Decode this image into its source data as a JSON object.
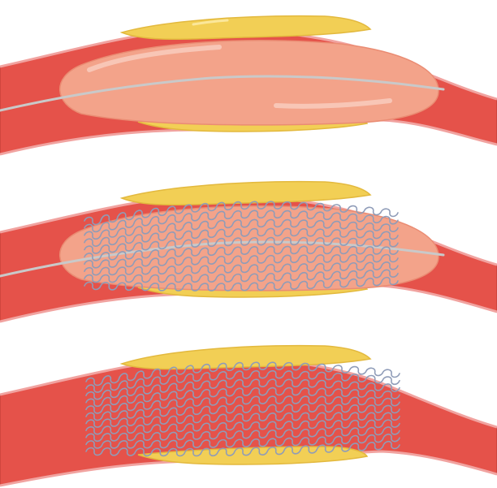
{
  "figure": {
    "stages": [
      {
        "id": "balloon-inflation",
        "balloon": true,
        "wire": true,
        "stent": false
      },
      {
        "id": "stent-expansion",
        "balloon": true,
        "wire": true,
        "stent": true
      },
      {
        "id": "stent-deployed",
        "balloon": false,
        "wire": false,
        "stent": true
      }
    ]
  },
  "colors": {
    "artery": "#e5524a",
    "plaque": "#f2cf55",
    "balloon": "#f3a38a",
    "guidewire": "#c9c9c9",
    "stent": "#8f9cb8",
    "background": "#ffffff"
  }
}
